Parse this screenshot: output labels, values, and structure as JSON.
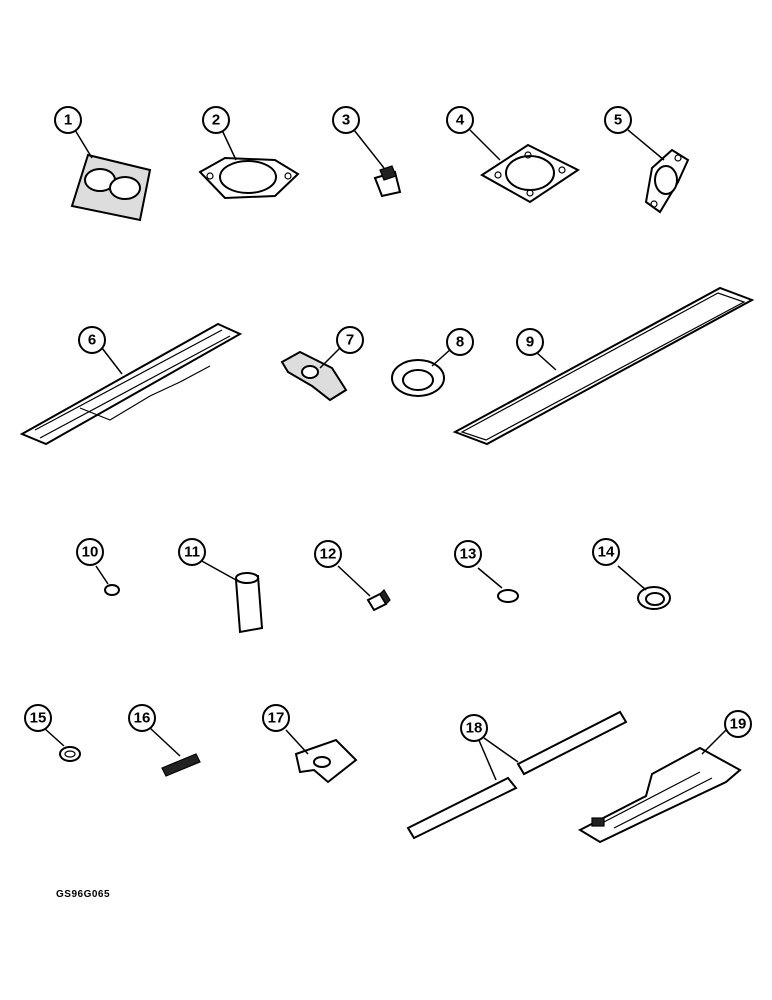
{
  "callouts": [
    "1",
    "2",
    "3",
    "4",
    "5",
    "6",
    "7",
    "8",
    "9",
    "10",
    "11",
    "12",
    "13",
    "14",
    "15",
    "16",
    "17",
    "18",
    "19"
  ],
  "reference_code": "GS96G065"
}
